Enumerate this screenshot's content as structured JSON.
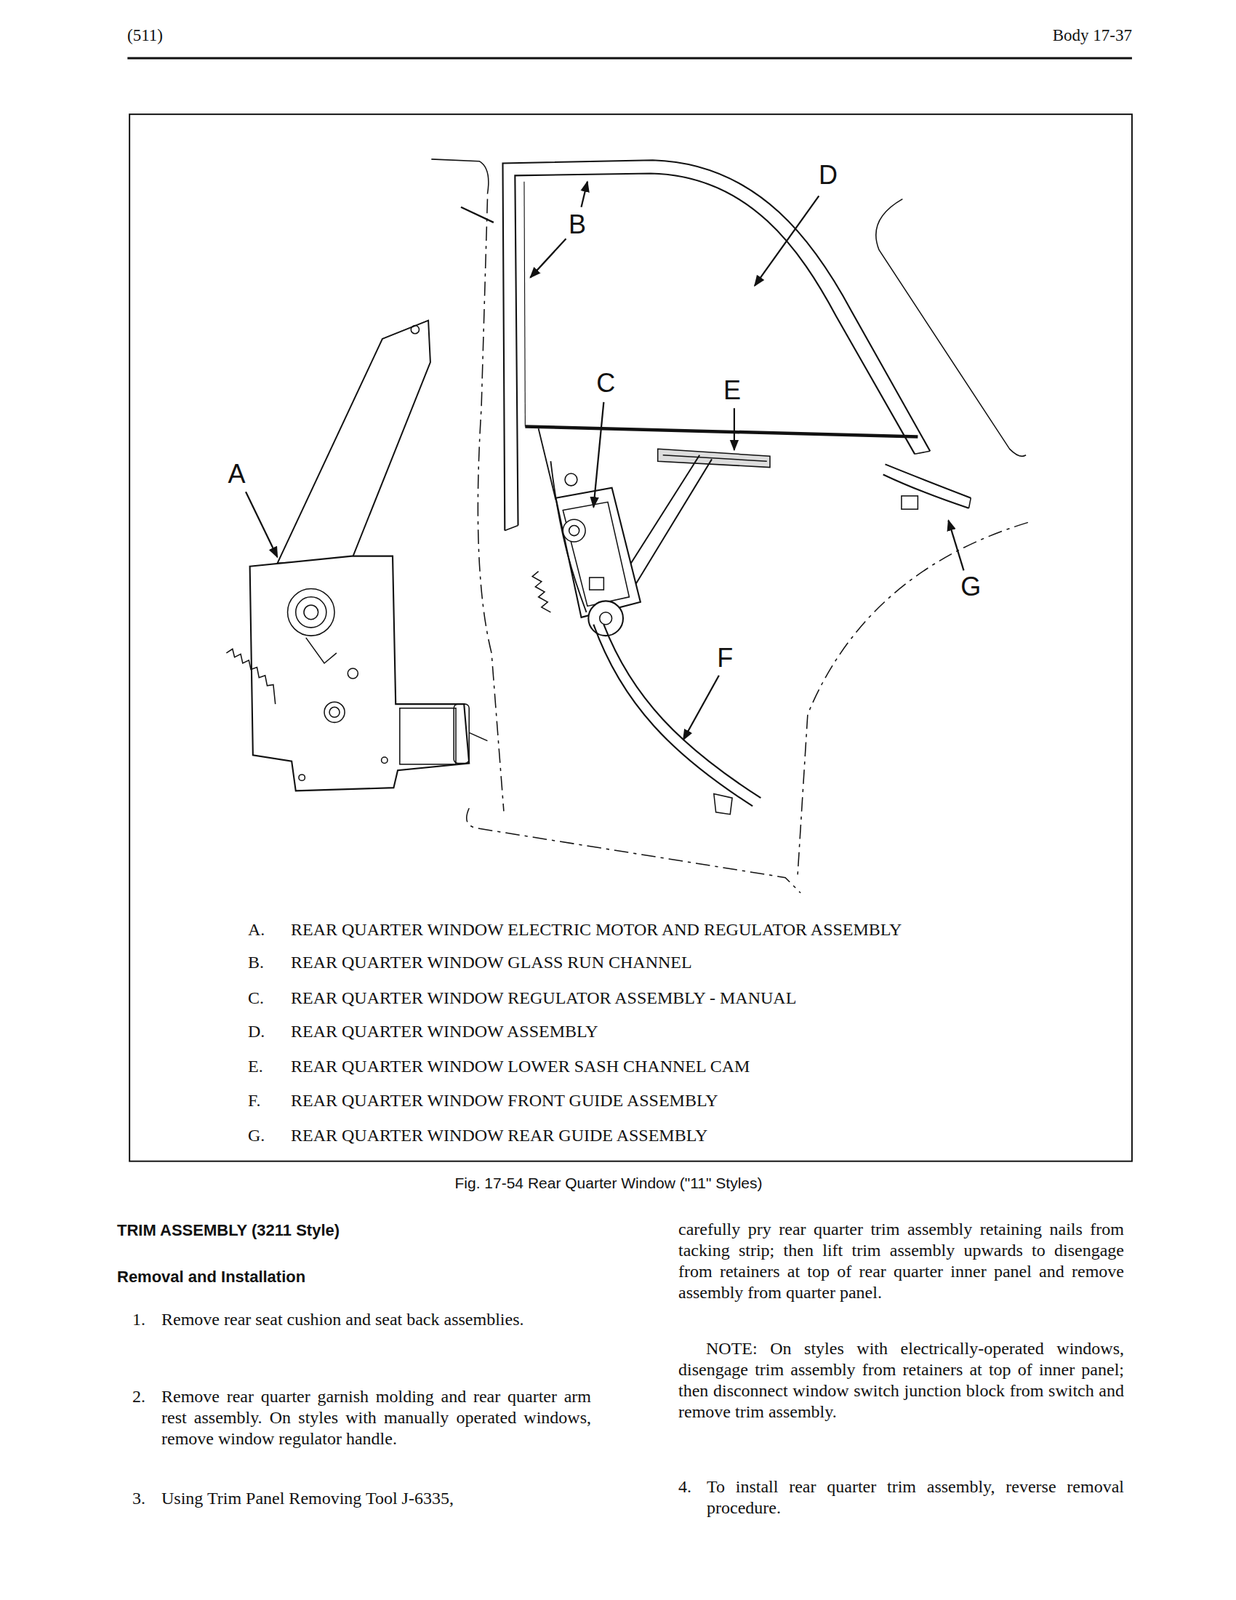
{
  "diagram": {
    "caption": "Fig. 17-54 Rear Quarter Window (\"11\" Styles)",
    "labels": [
      "(511)",
      "Body 17-37",
      "A",
      "B",
      "C",
      "D",
      "E",
      "F",
      "G",
      "A.",
      "REAR QUARTER WINDOW ELECTRIC MOTOR AND REGULATOR ASSEMBLY",
      "B.",
      "REAR QUARTER WINDOW GLASS RUN CHANNEL",
      "C.",
      "REAR QUARTER WINDOW REGULATOR ASSEMBLY - MANUAL",
      "D.",
      "REAR QUARTER WINDOW ASSEMBLY",
      "E.",
      "REAR QUARTER WINDOW LOWER SASH CHANNEL CAM",
      "F.",
      "REAR QUARTER WINDOW FRONT GUIDE ASSEMBLY",
      "G.",
      "REAR QUARTER WINDOW REAR GUIDE ASSEMBLY",
      "TRIM ASSEMBLY (3211 Style)",
      "Removal and Installation",
      "1.",
      "Remove rear seat cushion and seat back assemblies.",
      "2.",
      "Remove rear quarter garnish molding and rear quarter arm rest assembly. On styles with manually operated windows, remove window regulator handle.",
      "3.",
      "Using Trim Panel Removing Tool J-6335,",
      "carefully pry rear quarter trim assembly retaining nails from tacking strip; then lift trim assembly upwards to disengage from retainers at top of rear quarter inner panel and remove assembly from quarter panel.",
      "NOTE: On styles with electrically-operated windows, disengage trim assembly from retainers at top of inner panel; then disconnect window switch junction block from switch and remove trim assembly.",
      "4.",
      "To install rear quarter trim assembly, reverse removal procedure."
    ]
  }
}
